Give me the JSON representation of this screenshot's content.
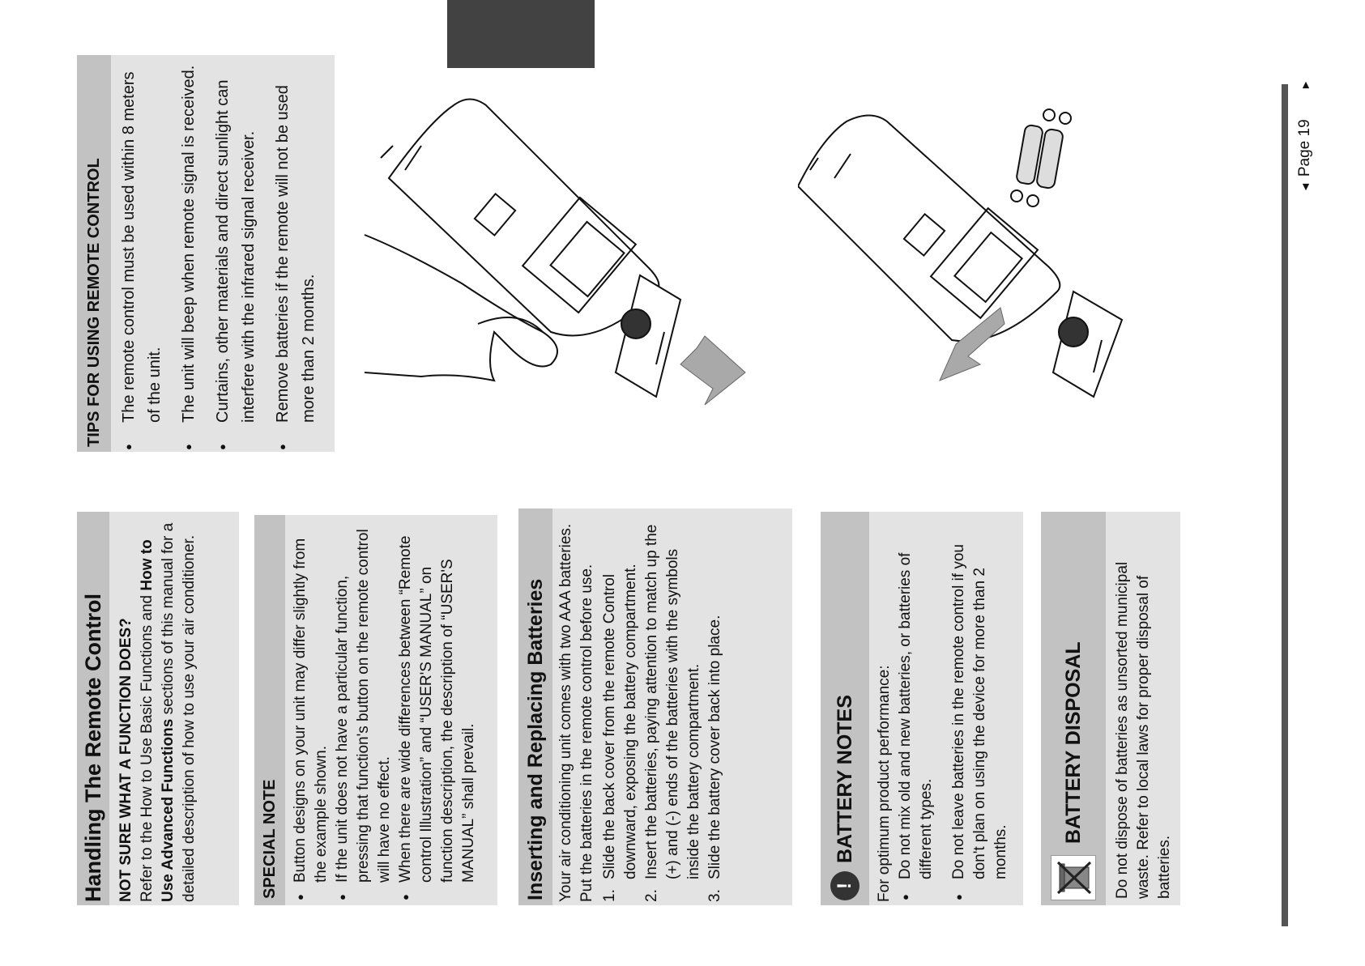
{
  "handling": {
    "title": "Handling The Remote Control",
    "question": "NOT SURE WHAT A FUNCTION DOES?",
    "intro_a": "Refer to the How to Use Basic Functions and",
    "intro_bold": "How to Use Advanced Functions",
    "intro_b": " sections of this manual for a detailed description of how to use your air conditioner."
  },
  "special_note": {
    "title": "SPECIAL NOTE",
    "items": [
      "Button designs on your unit may differ slightly from the example shown.",
      "If the unit does not have a particular function, pressing that function's button on the remote control will have no effect.",
      "When there are wide differences between “Remote control Illustration” and “USER'S MANUAL” on function description, the description of “USER'S MANUAL” shall prevail."
    ]
  },
  "batteries": {
    "title": "Inserting and Replacing Batteries",
    "intro": "Your air conditioning unit comes with two AAA batteries. Put the batteries in the remote control before use.",
    "steps": [
      {
        "num": "1.",
        "text": "Slide the back cover from the remote Control downward, exposing the battery compartment."
      },
      {
        "num": "2.",
        "text": "Insert the batteries, paying attention to match up the (+) and (-) ends of the batteries with the symbols inside the battery compartment."
      },
      {
        "num": "3.",
        "text": "Slide the battery cover back into place."
      }
    ]
  },
  "battery_notes": {
    "title": "BATTERY NOTES",
    "icon_mark": "!",
    "intro": "For optimum product performance:",
    "items": [
      "Do not mix old and new batteries, or batteries of different types.",
      "Do not leave batteries in the remote control if you don't plan on using the device for more than 2 months."
    ]
  },
  "battery_disposal": {
    "title": "BATTERY DISPOSAL",
    "text": "Do not dispose of batteries as unsorted municipal waste. Refer to local laws for proper disposal of batteries."
  },
  "tips": {
    "title": "TIPS FOR USING REMOTE CONTROL",
    "items": [
      "The remote control must be used within 8 meters of the unit.",
      "The unit will beep when remote signal is received.",
      "Curtains, other materials and direct sunlight can interfere with the infrared signal receiver.",
      "Remove batteries if the remote will not be used more than 2 months."
    ]
  },
  "footer": {
    "page_label": "Page 19",
    "prev_arrow": "◄",
    "next_arrow": "►"
  }
}
